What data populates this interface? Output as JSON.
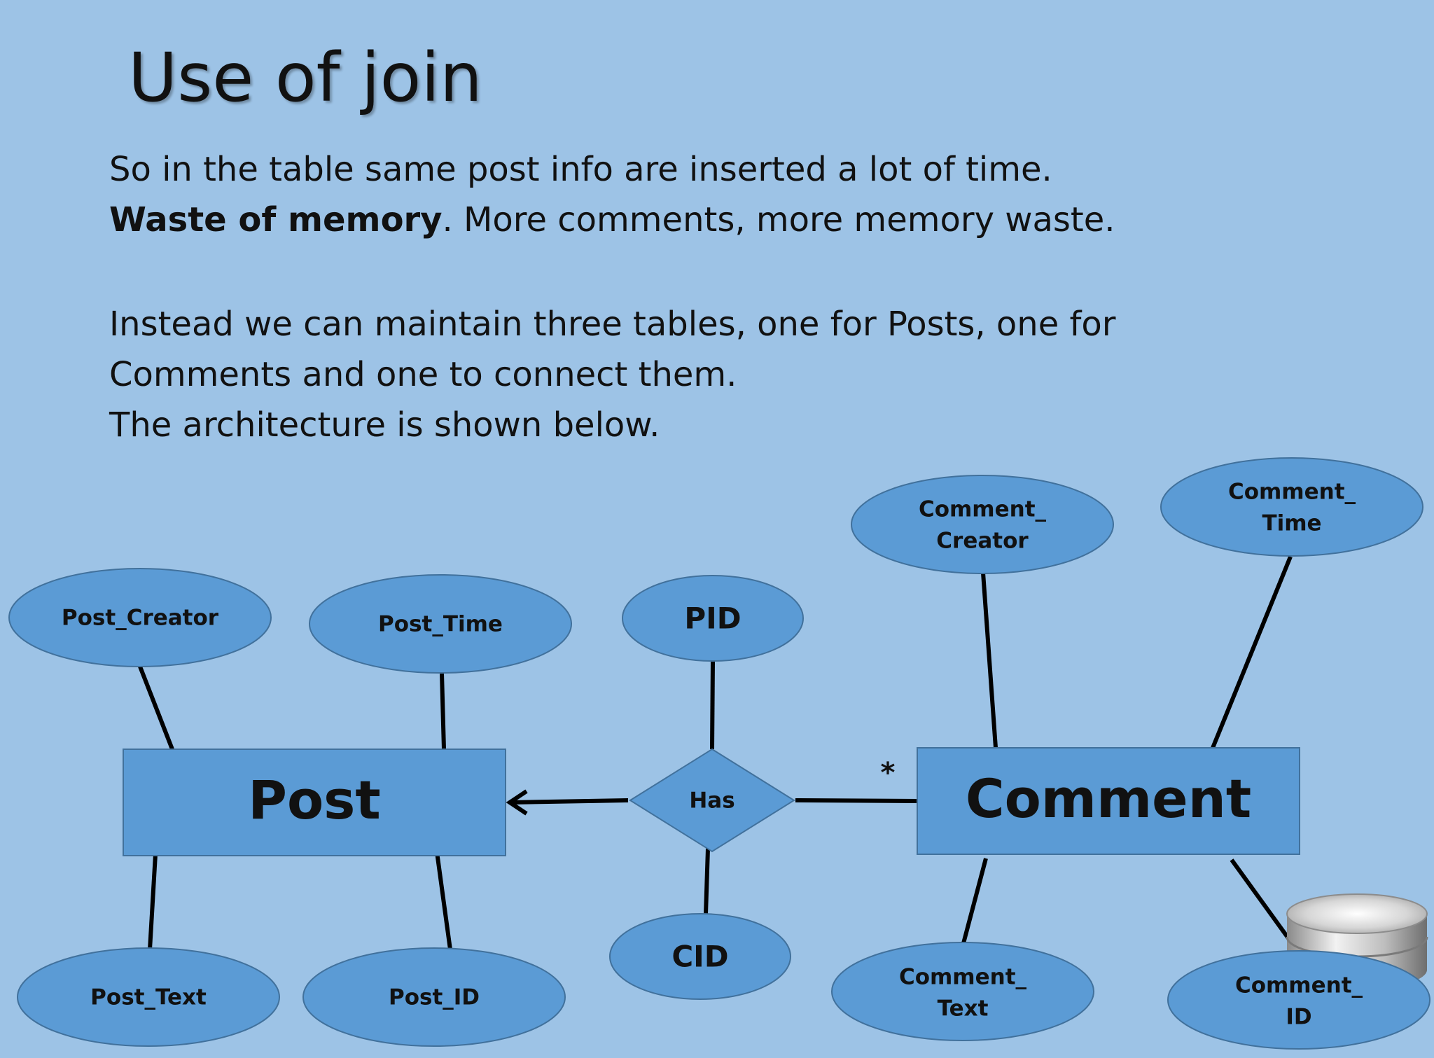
{
  "title": "Use of join",
  "paragraph1": {
    "line1": "So in the table same post info are inserted a lot of time.",
    "line2_bold": "Waste of memory",
    "line2_rest": ". More comments, more memory waste."
  },
  "paragraph2": {
    "line1": "Instead we can maintain three tables, one for Posts, one for",
    "line2": "Comments and one to connect them.",
    "line3": "The architecture is shown below."
  },
  "diagram": {
    "entities": {
      "post": "Post",
      "comment": "Comment"
    },
    "relationship": "Has",
    "cardinality": "*",
    "attributes": {
      "post_creator": "Post_Creator",
      "post_time": "Post_Time",
      "post_text": "Post_Text",
      "post_id": "Post_ID",
      "pid": "PID",
      "cid": "CID",
      "comment_creator": [
        "Comment_",
        "Creator"
      ],
      "comment_time": [
        "Comment_",
        "Time"
      ],
      "comment_text": [
        "Comment_",
        "Text"
      ],
      "comment_id": [
        "Comment_",
        "ID"
      ]
    },
    "icons": {
      "database": "database-icon"
    },
    "colors": {
      "background": "#9dc3e6",
      "shape_fill": "#5b9bd5",
      "shape_stroke": "#41719c",
      "text": "#111111"
    }
  }
}
